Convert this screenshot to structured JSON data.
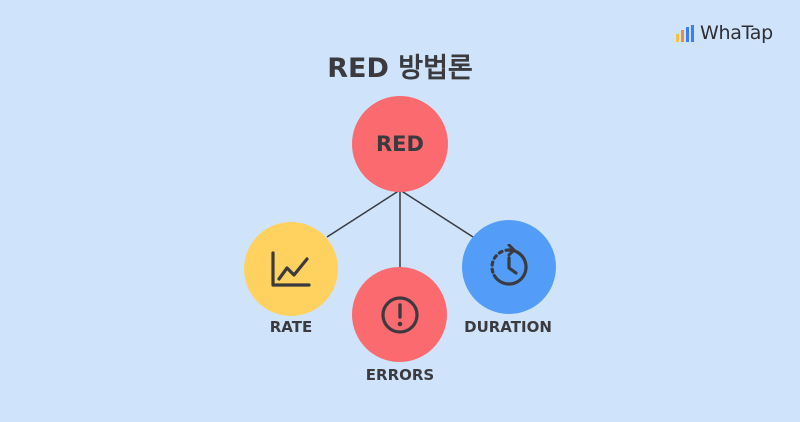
{
  "brand": {
    "name": "WhaTap",
    "colors": [
      "#f9c23c",
      "#f38b3c",
      "#3a7ef7"
    ]
  },
  "title": "RED 방법론",
  "center": {
    "label": "RED",
    "color": "#fb6a6e"
  },
  "nodes": [
    {
      "key": "rate",
      "label": "RATE",
      "icon": "line-chart-icon",
      "color": "#ffd25f"
    },
    {
      "key": "errors",
      "label": "ERRORS",
      "icon": "exclamation-circle-icon",
      "color": "#fb6a6e"
    },
    {
      "key": "duration",
      "label": "DURATION",
      "icon": "clock-history-icon",
      "color": "#539df8"
    }
  ],
  "background": "#cfe4fb"
}
